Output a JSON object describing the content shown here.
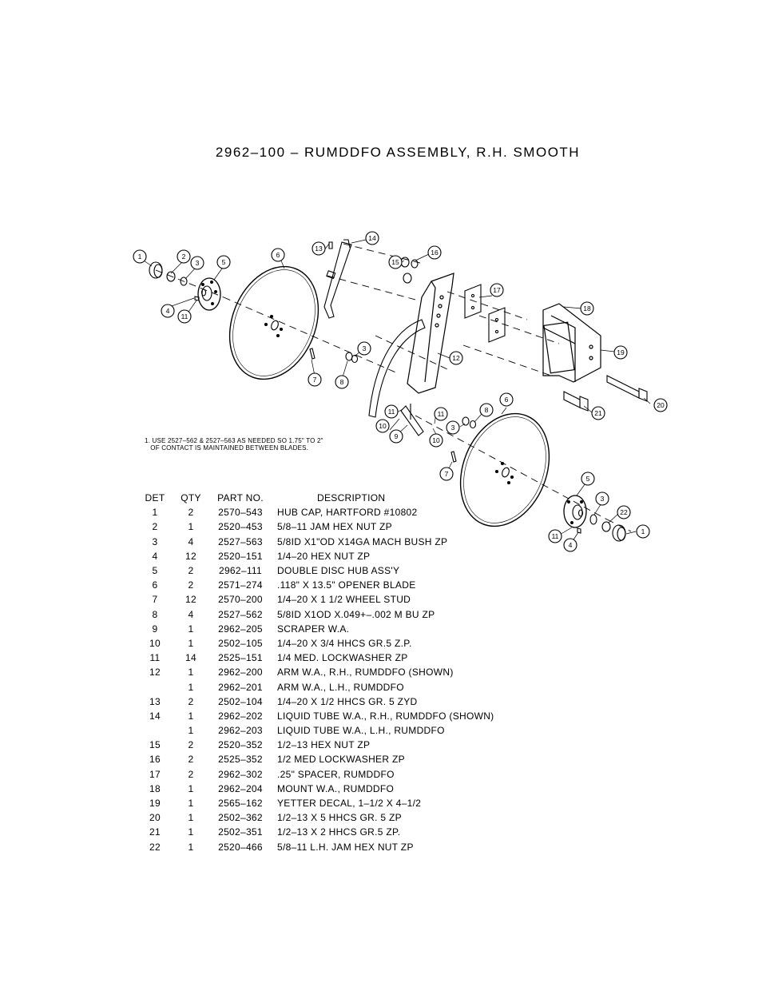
{
  "title": "2962–100 – RUMDDFO ASSEMBLY, R.H. SMOOTH",
  "note": "1. USE 2527–562 & 2527–563 AS NEEDED SO 1.75\" TO 2\"\n   OF CONTACT IS MAINTAINED BETWEEN BLADES.",
  "headers": {
    "det": "DET",
    "qty": "QTY",
    "part": "PART NO.",
    "desc": "DESCRIPTION"
  },
  "rows": [
    {
      "det": "1",
      "qty": "2",
      "part": "2570–543",
      "desc": "HUB CAP, HARTFORD #10802"
    },
    {
      "det": "2",
      "qty": "1",
      "part": "2520–453",
      "desc": "5/8–11 JAM HEX NUT  ZP"
    },
    {
      "det": "3",
      "qty": "4",
      "part": "2527–563",
      "desc": "5/8ID X1\"OD X14GA MACH BUSH ZP"
    },
    {
      "det": "4",
      "qty": "12",
      "part": "2520–151",
      "desc": "1/4–20  HEX NUT ZP"
    },
    {
      "det": "5",
      "qty": "2",
      "part": "2962–111",
      "desc": "DOUBLE DISC HUB ASS'Y"
    },
    {
      "det": "6",
      "qty": "2",
      "part": "2571–274",
      "desc": ".118\" X 13.5\" OPENER BLADE"
    },
    {
      "det": "7",
      "qty": "12",
      "part": "2570–200",
      "desc": "1/4–20 X 1 1/2 WHEEL STUD"
    },
    {
      "det": "8",
      "qty": "4",
      "part": "2527–562",
      "desc": "5/8ID X1OD X.049+–.002 M BU ZP"
    },
    {
      "det": "9",
      "qty": "1",
      "part": "2962–205",
      "desc": "SCRAPER W.A."
    },
    {
      "det": "10",
      "qty": "1",
      "part": "2502–105",
      "desc": "1/4–20 X 3/4 HHCS GR.5 Z.P."
    },
    {
      "det": "11",
      "qty": "14",
      "part": "2525–151",
      "desc": "1/4 MED. LOCKWASHER  ZP"
    },
    {
      "det": "12",
      "qty": "1",
      "part": "2962–200",
      "desc": "ARM W.A., R.H., RUMDDFO (SHOWN)"
    },
    {
      "det": "",
      "qty": "1",
      "part": "2962–201",
      "desc": "ARM W.A., L.H., RUMDDFO"
    },
    {
      "det": "13",
      "qty": "2",
      "part": "2502–104",
      "desc": "1/4–20 X 1/2 HHCS GR. 5 ZYD"
    },
    {
      "det": "14",
      "qty": "1",
      "part": "2962–202",
      "desc": "LIQUID TUBE W.A., R.H., RUMDDFO (SHOWN)"
    },
    {
      "det": "",
      "qty": "1",
      "part": "2962–203",
      "desc": "LIQUID TUBE W.A., L.H., RUMDDFO"
    },
    {
      "det": "15",
      "qty": "2",
      "part": "2520–352",
      "desc": "1/2–13 HEX NUT ZP"
    },
    {
      "det": "16",
      "qty": "2",
      "part": "2525–352",
      "desc": "1/2 MED LOCKWASHER ZP"
    },
    {
      "det": "17",
      "qty": "2",
      "part": "2962–302",
      "desc": ".25\" SPACER, RUMDDFO"
    },
    {
      "det": "18",
      "qty": "1",
      "part": "2962–204",
      "desc": "MOUNT W.A., RUMDDFO"
    },
    {
      "det": "19",
      "qty": "1",
      "part": "2565–162",
      "desc": "YETTER DECAL, 1–1/2 X 4–1/2"
    },
    {
      "det": "20",
      "qty": "1",
      "part": "2502–362",
      "desc": "1/2–13 X 5 HHCS GR. 5 ZP"
    },
    {
      "det": "21",
      "qty": "1",
      "part": "2502–351",
      "desc": "1/2–13 X 2 HHCS GR.5 ZP."
    },
    {
      "det": "22",
      "qty": "1",
      "part": "2520–466",
      "desc": "5/8–11 L.H. JAM HEX NUT  ZP"
    }
  ],
  "callouts": [
    "1",
    "2",
    "3",
    "4",
    "5",
    "6",
    "7",
    "8",
    "9",
    "10",
    "11",
    "12",
    "13",
    "14",
    "15",
    "16",
    "17",
    "18",
    "19",
    "20",
    "21",
    "22"
  ]
}
